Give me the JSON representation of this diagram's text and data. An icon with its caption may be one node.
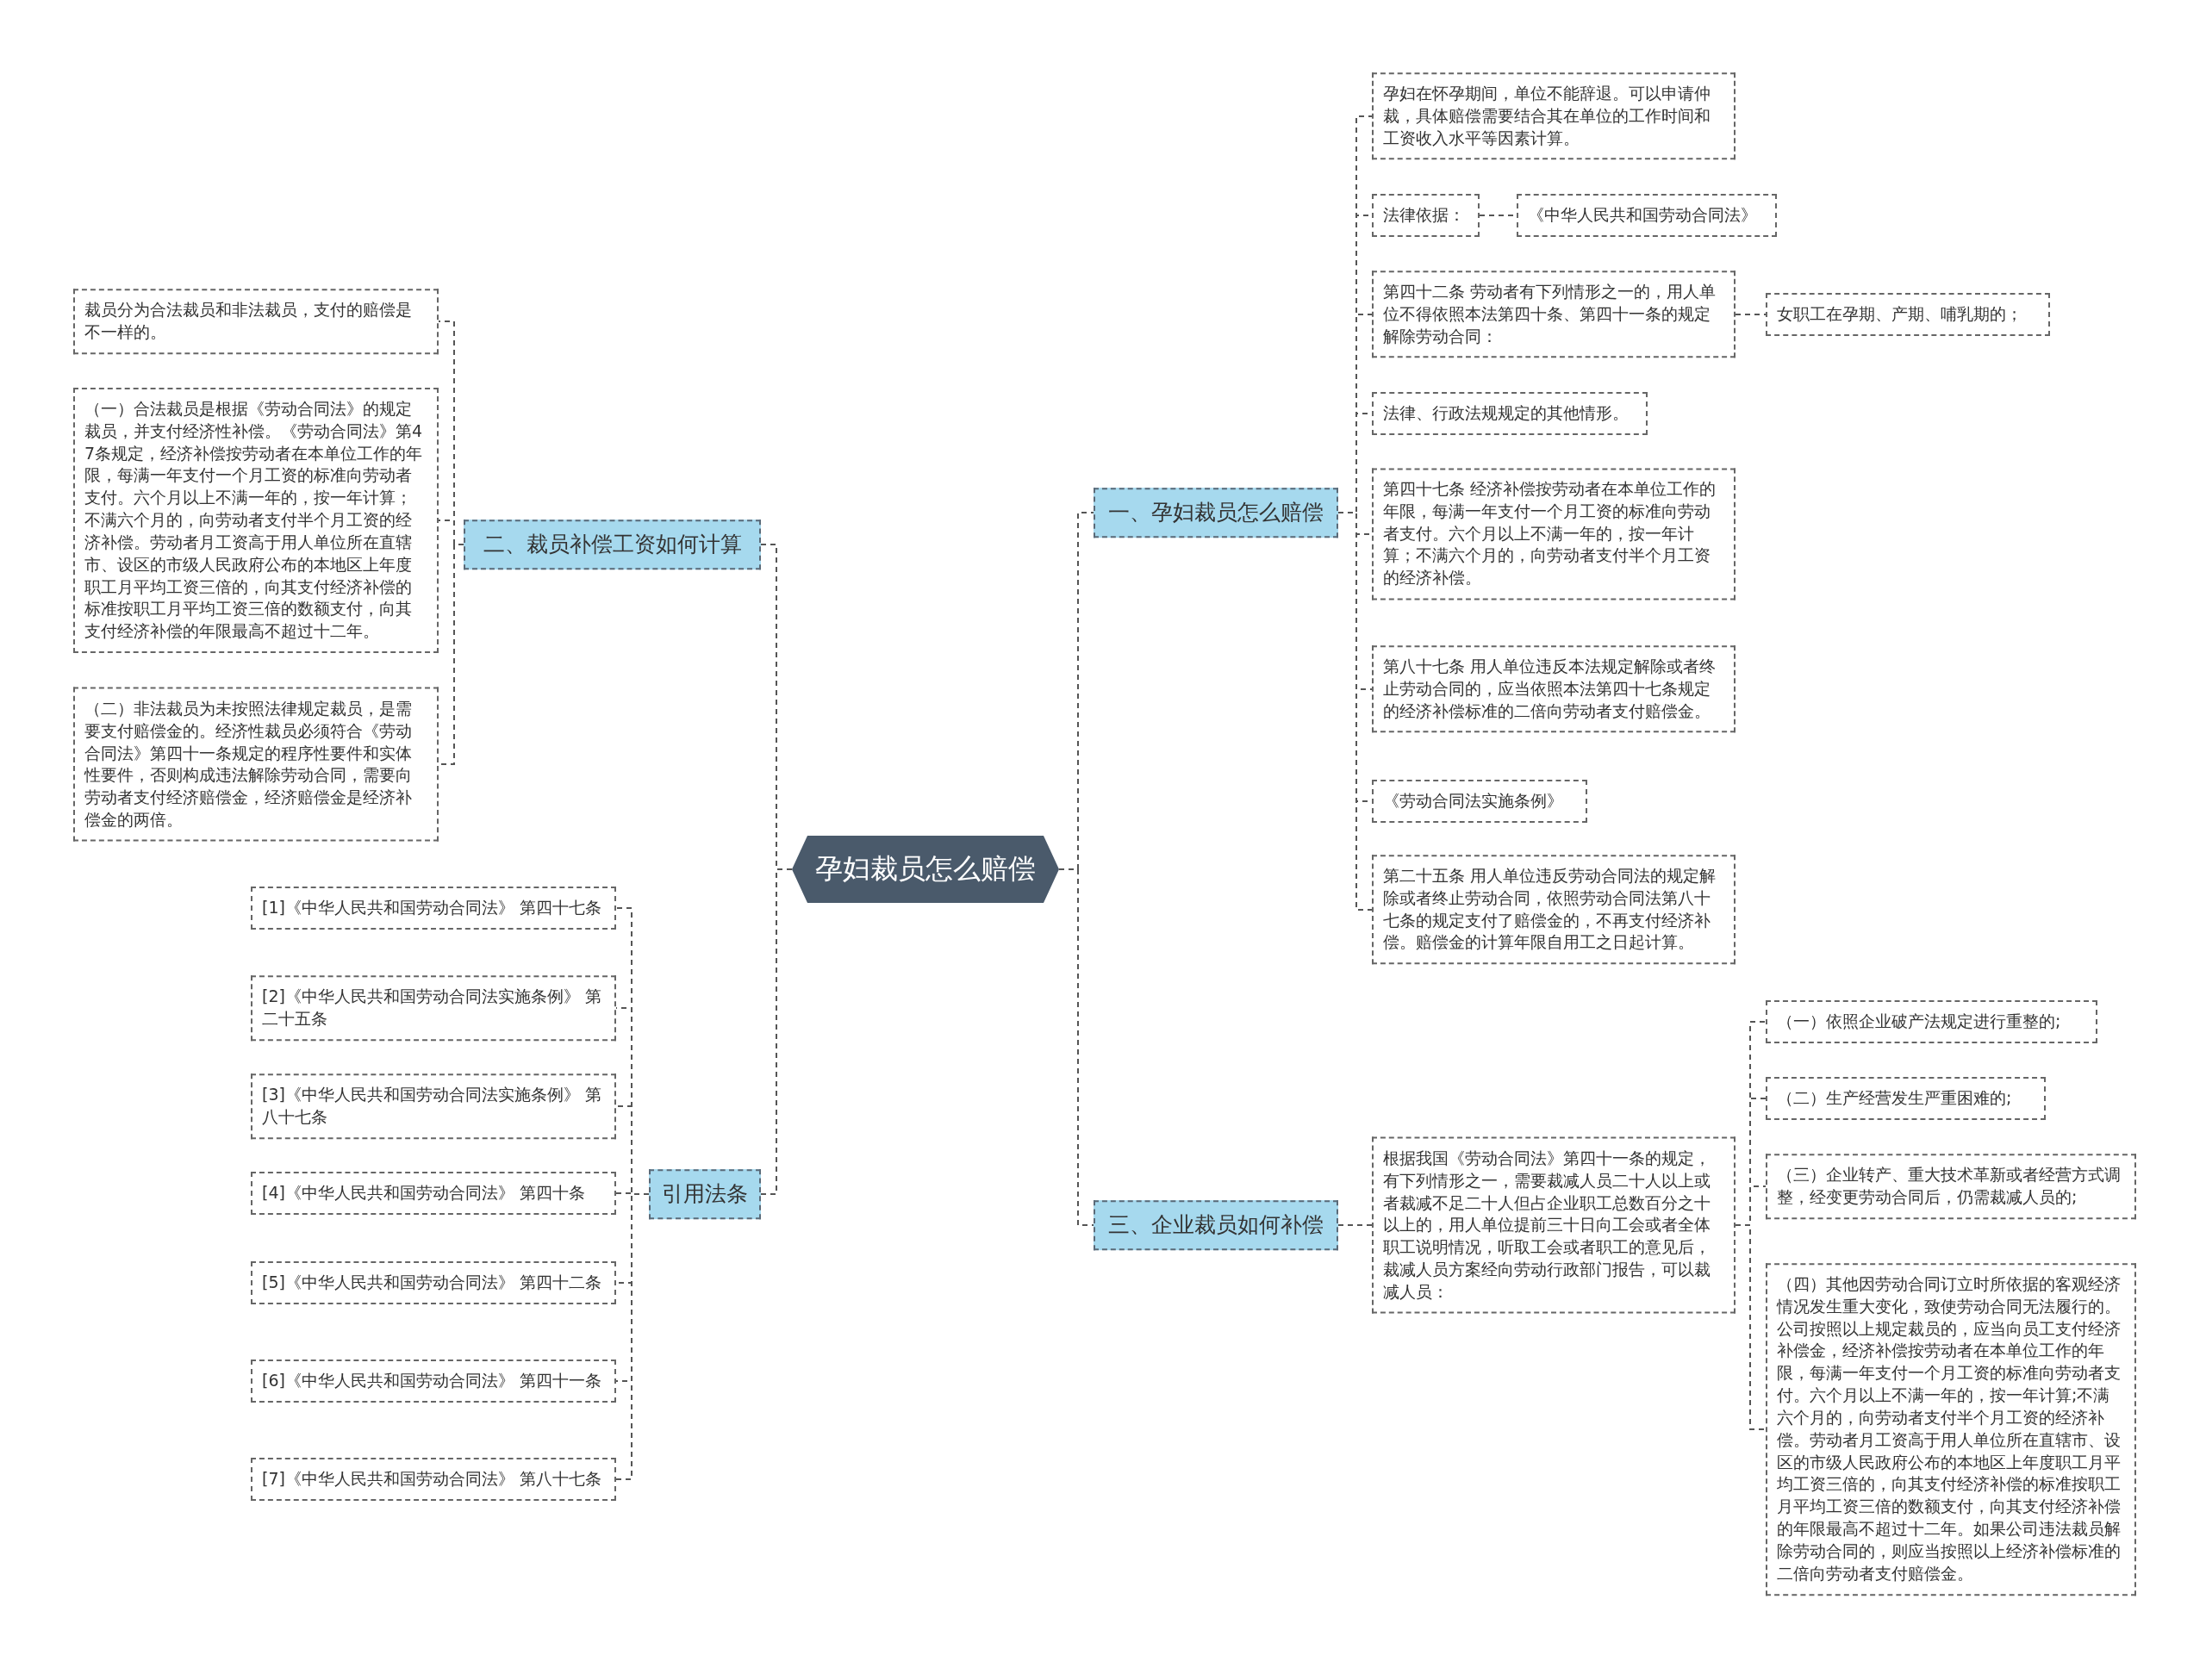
{
  "diagram": {
    "nodes": [
      {
        "text": [
          "孕妇裁员怎么赔偿"
        ]
      },
      {
        "text": [
          "一、孕妇裁员怎么赔偿"
        ]
      },
      {
        "text": [
          "孕妇在怀孕期间，单位不能辞退。可以申请仲裁，具体赔偿需要结合其在单位的工作时间和工资收入水平等因素计算。"
        ]
      },
      {
        "text": [
          "法律依据："
        ]
      },
      {
        "text": [
          "《中华人民共和国劳动合同法》"
        ]
      },
      {
        "text": [
          "第四十二条 劳动者有下列情形之一的，用人单位不得依照本法第四十条、第四十一条的规定解除劳动合同："
        ]
      },
      {
        "text": [
          "女职工在孕期、产期、哺乳期的；"
        ]
      },
      {
        "text": [
          "法律、行政法规规定的其他情形。"
        ]
      },
      {
        "text": [
          "第四十七条 经济补偿按劳动者在本单位工作的年限，每满一年支付一个月工资的标准向劳动者支付。六个月以上不满一年的，按一年计算；不满六个月的，向劳动者支付半个月工资的经济补偿。"
        ]
      },
      {
        "text": [
          "第八十七条 用人单位违反本法规定解除或者终止劳动合同的，应当依照本法第四十七条规定的经济补偿标准的二倍向劳动者支付赔偿金。"
        ]
      },
      {
        "text": [
          "《劳动合同法实施条例》"
        ]
      },
      {
        "text": [
          "第二十五条 用人单位违反劳动合同法的规定解除或者终止劳动合同，依照劳动合同法第八十七条的规定支付了赔偿金的，不再支付经济补偿。赔偿金的计算年限自用工之日起计算。"
        ]
      },
      {
        "text": [
          "三、企业裁员如何补偿"
        ]
      },
      {
        "text": [
          "根据我国《劳动合同法》第四十一条的规定，有下列情形之一，需要裁减人员二十人以上或者裁减不足二十人但占企业职工总数百分之十以上的，用人单位提前三十日向工会或者全体职工说明情况，听取工会或者职工的意见后，裁减人员方案经向劳动行政部门报告，可以裁减人员："
        ]
      },
      {
        "text": [
          "（一）依照企业破产法规定进行重整的;"
        ]
      },
      {
        "text": [
          "（二）生产经营发生严重困难的;"
        ]
      },
      {
        "text": [
          "（三）企业转产、重大技术革新或者经营方式调整，经变更劳动合同后，仍需裁减人员的;"
        ]
      },
      {
        "text": [
          "（四）其他因劳动合同订立时所依据的客观经济情况发生重大变化，致使劳动合同无法履行的。公司按照以上规定裁员的，应当向员工支付经济补偿金，经济补偿按劳动者在本单位工作的年限，每满一年支付一个月工资的标准向劳动者支付。六个月以上不满一年的，按一年计算;不满六个月的，向劳动者支付半个月工资的经济补偿。劳动者月工资高于用人单位所在直辖市、设区的市级人民政府公布的本地区上年度职工月平均工资三倍的，向其支付经济补偿的标准按职工月平均工资三倍的数额支付，向其支付经济补偿的年限最高不超过十二年。如果公司违法裁员解除劳动合同的，则应当按照以上经济补偿标准的二倍向劳动者支付赔偿金。"
        ]
      },
      {
        "text": [
          "二、裁员补偿工资如何计算"
        ]
      },
      {
        "text": [
          "裁员分为合法裁员和非法裁员，支付的赔偿是不一样的。"
        ]
      },
      {
        "text": [
          "（一）合法裁员是根据《劳动合同法》的规定裁员，并支付经济性补偿。《劳动合同法》第47条规定，经济补偿按劳动者在本单位工作的年限，每满一年支付一个月工资的标准向劳动者支付。六个月以上不满一年的，按一年计算；不满六个月的，向劳动者支付半个月工资的经济补偿。劳动者月工资高于用人单位所在直辖市、设区的市级人民政府公布的本地区上年度职工月平均工资三倍的，向其支付经济补偿的标准按职工月平均工资三倍的数额支付，向其支付经济补偿的年限最高不超过十二年。"
        ]
      },
      {
        "text": [
          "（二）非法裁员为未按照法律规定裁员，是需要支付赔偿金的。经济性裁员必须符合《劳动合同法》第四十一条规定的程序性要件和实体性要件，否则构成违法解除劳动合同，需要向劳动者支付经济赔偿金，经济赔偿金是经济补偿金的两倍。"
        ]
      },
      {
        "text": [
          "引用法条"
        ]
      },
      {
        "text": [
          "[1]《中华人民共和国劳动合同法》 第四十七条"
        ]
      },
      {
        "text": [
          "[2]《中华人民共和国劳动合同法实施条例》 第二十五条"
        ]
      },
      {
        "text": [
          "[3]《中华人民共和国劳动合同法实施条例》 第八十七条"
        ]
      },
      {
        "text": [
          "[4]《中华人民共和国劳动合同法》 第四十条"
        ]
      },
      {
        "text": [
          "[5]《中华人民共和国劳动合同法》 第四十二条"
        ]
      },
      {
        "text": [
          "[6]《中华人民共和国劳动合同法》 第四十一条"
        ]
      },
      {
        "text": [
          "[7]《中华人民共和国劳动合同法》 第八十七条"
        ]
      }
    ],
    "edges": [
      {
        "from": 0,
        "to": 1,
        "arrow": "none"
      },
      {
        "from": 1,
        "to": 2,
        "arrow": "none"
      },
      {
        "from": 1,
        "to": 3,
        "arrow": "none"
      },
      {
        "from": 3,
        "to": 4,
        "arrow": "none"
      },
      {
        "from": 1,
        "to": 5,
        "arrow": "none"
      },
      {
        "from": 5,
        "to": 6,
        "arrow": "none"
      },
      {
        "from": 1,
        "to": 7,
        "arrow": "none"
      },
      {
        "from": 1,
        "to": 8,
        "arrow": "none"
      },
      {
        "from": 1,
        "to": 9,
        "arrow": "none"
      },
      {
        "from": 1,
        "to": 10,
        "arrow": "none"
      },
      {
        "from": 1,
        "to": 11,
        "arrow": "none"
      },
      {
        "from": 0,
        "to": 12,
        "arrow": "none"
      },
      {
        "from": 12,
        "to": 13,
        "arrow": "none"
      },
      {
        "from": 13,
        "to": 14,
        "arrow": "none"
      },
      {
        "from": 13,
        "to": 15,
        "arrow": "none"
      },
      {
        "from": 13,
        "to": 16,
        "arrow": "none"
      },
      {
        "from": 13,
        "to": 17,
        "arrow": "none"
      },
      {
        "from": 0,
        "to": 18,
        "arrow": "none"
      },
      {
        "from": 18,
        "to": 19,
        "arrow": "none"
      },
      {
        "from": 18,
        "to": 20,
        "arrow": "none"
      },
      {
        "from": 18,
        "to": 21,
        "arrow": "none"
      },
      {
        "from": 0,
        "to": 22,
        "arrow": "none"
      },
      {
        "from": 22,
        "to": 23,
        "arrow": "none"
      },
      {
        "from": 22,
        "to": 24,
        "arrow": "none"
      },
      {
        "from": 22,
        "to": 25,
        "arrow": "none"
      },
      {
        "from": 22,
        "to": 26,
        "arrow": "none"
      },
      {
        "from": 22,
        "to": 27,
        "arrow": "none"
      },
      {
        "from": 22,
        "to": 28,
        "arrow": "none"
      },
      {
        "from": 22,
        "to": 29,
        "arrow": "none"
      }
    ]
  }
}
